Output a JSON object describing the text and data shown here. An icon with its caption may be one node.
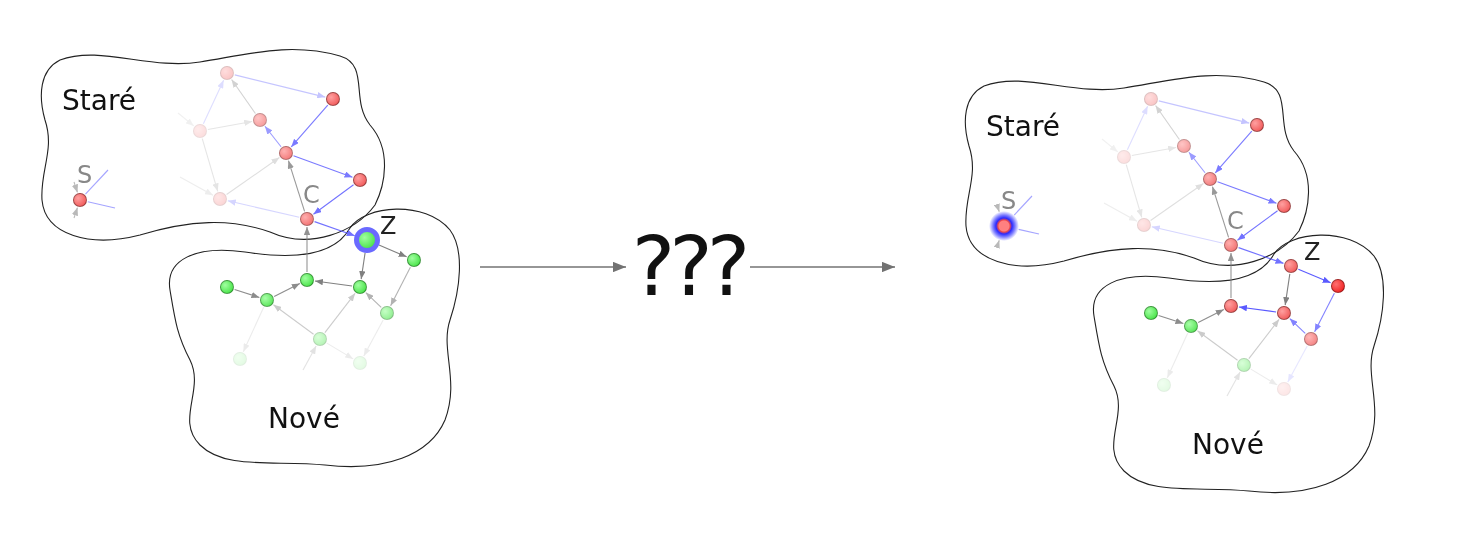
{
  "diagram": {
    "nodes": [
      {
        "text": [
          "Staré"
        ]
      },
      {
        "text": [],
        "shape": "circle",
        "in": 0
      },
      {
        "text": [],
        "shape": "circle",
        "in": 0
      },
      {
        "text": [],
        "shape": "circle",
        "in": 0
      },
      {
        "text": [],
        "shape": "circle",
        "in": 0
      },
      {
        "text": [],
        "shape": "circle",
        "in": 0
      },
      {
        "text": [],
        "shape": "circle",
        "in": 0
      },
      {
        "text": [],
        "shape": "circle",
        "in": 0
      },
      {
        "text": [],
        "shape": "circle",
        "in": 0,
        "beside": [
          "C"
        ]
      },
      {
        "text": [],
        "shape": "circle",
        "in": 0,
        "beside": [
          "S"
        ]
      },
      {
        "text": [
          "Nové"
        ]
      },
      {
        "text": [],
        "shape": "circle",
        "in": 10,
        "beside": [
          "Z"
        ]
      },
      {
        "text": [],
        "shape": "circle",
        "in": 10
      },
      {
        "text": [],
        "shape": "circle",
        "in": 10
      },
      {
        "text": [],
        "shape": "circle",
        "in": 10
      },
      {
        "text": [],
        "shape": "circle",
        "in": 10
      },
      {
        "text": [],
        "shape": "circle",
        "in": 10
      },
      {
        "text": [],
        "shape": "circle",
        "in": 10
      },
      {
        "text": [],
        "shape": "circle",
        "in": 10
      },
      {
        "text": [],
        "shape": "circle",
        "in": 10
      },
      {
        "text": [],
        "shape": "circle",
        "in": 10
      },
      {
        "text": [
          "???"
        ]
      },
      {
        "text": [
          "Staré"
        ]
      },
      {
        "text": [],
        "shape": "circle",
        "in": 22
      },
      {
        "text": [],
        "shape": "circle",
        "in": 22
      },
      {
        "text": [],
        "shape": "circle",
        "in": 22
      },
      {
        "text": [],
        "shape": "circle",
        "in": 22
      },
      {
        "text": [],
        "shape": "circle",
        "in": 22
      },
      {
        "text": [],
        "shape": "circle",
        "in": 22
      },
      {
        "text": [],
        "shape": "circle",
        "in": 22
      },
      {
        "text": [],
        "shape": "circle",
        "in": 22,
        "beside": [
          "C"
        ]
      },
      {
        "text": [],
        "shape": "circle",
        "in": 22,
        "beside": [
          "S"
        ]
      },
      {
        "text": [
          "Nové"
        ]
      },
      {
        "text": [],
        "shape": "circle",
        "in": 32,
        "beside": [
          "Z"
        ]
      },
      {
        "text": [],
        "shape": "circle",
        "in": 32
      },
      {
        "text": [],
        "shape": "circle",
        "in": 32
      },
      {
        "text": [],
        "shape": "circle",
        "in": 32
      },
      {
        "text": [],
        "shape": "circle",
        "in": 32
      },
      {
        "text": [],
        "shape": "circle",
        "in": 32
      },
      {
        "text": [],
        "shape": "circle",
        "in": 32
      },
      {
        "text": [],
        "shape": "circle",
        "in": 32
      },
      {
        "text": [],
        "shape": "circle",
        "in": 32
      },
      {
        "text": [],
        "shape": "circle",
        "in": 32
      }
    ],
    "edges": [
      {
        "from": 1,
        "to": 2,
        "arrow": "to",
        "color": "#5a5aff"
      },
      {
        "from": 2,
        "to": 5,
        "arrow": "to",
        "color": "#5a5aff"
      },
      {
        "from": 5,
        "to": 4,
        "arrow": "to",
        "color": "#5a5aff"
      },
      {
        "from": 5,
        "to": 6,
        "arrow": "to",
        "color": "#5a5aff"
      },
      {
        "from": 6,
        "to": 8,
        "arrow": "to",
        "color": "#5a5aff"
      },
      {
        "from": 8,
        "to": 7,
        "arrow": "to",
        "color": "#5a5aff"
      },
      {
        "from": 8,
        "to": 11,
        "arrow": "to",
        "color": "#5a5aff"
      },
      {
        "from": 3,
        "to": 1,
        "arrow": "to",
        "color": "#5a5aff"
      },
      {
        "from": 4,
        "to": 1,
        "arrow": "to"
      },
      {
        "from": 3,
        "to": 4,
        "arrow": "to"
      },
      {
        "from": 3,
        "to": 7,
        "arrow": "to"
      },
      {
        "from": 7,
        "to": 5,
        "arrow": "to"
      },
      {
        "from": 8,
        "to": 5,
        "arrow": "to"
      },
      {
        "from": 15,
        "to": 8,
        "arrow": "to"
      },
      {
        "from": 11,
        "to": 16,
        "arrow": "to"
      },
      {
        "from": 11,
        "to": 12,
        "arrow": "to"
      },
      {
        "from": 16,
        "to": 15,
        "arrow": "to"
      },
      {
        "from": 13,
        "to": 14,
        "arrow": "to"
      },
      {
        "from": 14,
        "to": 15,
        "arrow": "to"
      },
      {
        "from": 12,
        "to": 17,
        "arrow": "to"
      },
      {
        "from": 17,
        "to": 16,
        "arrow": "to"
      },
      {
        "from": 18,
        "to": 14,
        "arrow": "to"
      },
      {
        "from": 18,
        "to": 16,
        "arrow": "to"
      },
      {
        "from": 14,
        "to": 19,
        "arrow": "to"
      },
      {
        "from": 18,
        "to": 20,
        "arrow": "to"
      },
      {
        "from": 17,
        "to": 20,
        "arrow": "to"
      },
      {
        "from": null,
        "to": 3,
        "arrow": "to"
      },
      {
        "from": null,
        "to": 7,
        "arrow": "to"
      },
      {
        "from": 9,
        "to": null,
        "arrow": "none",
        "color": "#5a5aff"
      },
      {
        "from": 9,
        "to": null,
        "arrow": "none",
        "color": "#5a5aff"
      },
      {
        "from": null,
        "to": 9,
        "arrow": "to"
      },
      {
        "from": null,
        "to": 9,
        "arrow": "to"
      },
      {
        "from": null,
        "to": 18,
        "arrow": "to"
      },
      {
        "from": 23,
        "to": 24,
        "arrow": "to",
        "color": "#5a5aff"
      },
      {
        "from": 24,
        "to": 27,
        "arrow": "to",
        "color": "#5a5aff"
      },
      {
        "from": 27,
        "to": 26,
        "arrow": "to",
        "color": "#5a5aff"
      },
      {
        "from": 27,
        "to": 28,
        "arrow": "to",
        "color": "#5a5aff"
      },
      {
        "from": 28,
        "to": 30,
        "arrow": "to",
        "color": "#5a5aff"
      },
      {
        "from": 30,
        "to": 29,
        "arrow": "to",
        "color": "#5a5aff"
      },
      {
        "from": 30,
        "to": 33,
        "arrow": "to",
        "color": "#5a5aff"
      },
      {
        "from": 25,
        "to": 23,
        "arrow": "to",
        "color": "#5a5aff"
      },
      {
        "from": 26,
        "to": 23,
        "arrow": "to"
      },
      {
        "from": 25,
        "to": 26,
        "arrow": "to"
      },
      {
        "from": 25,
        "to": 29,
        "arrow": "to"
      },
      {
        "from": 29,
        "to": 27,
        "arrow": "to"
      },
      {
        "from": 30,
        "to": 27,
        "arrow": "to"
      },
      {
        "from": 37,
        "to": 30,
        "arrow": "to"
      },
      {
        "from": 33,
        "to": 38,
        "arrow": "to"
      },
      {
        "from": 33,
        "to": 34,
        "arrow": "to",
        "color": "#5a5aff"
      },
      {
        "from": 38,
        "to": 37,
        "arrow": "to",
        "color": "#5a5aff"
      },
      {
        "from": 35,
        "to": 36,
        "arrow": "to"
      },
      {
        "from": 36,
        "to": 37,
        "arrow": "to"
      },
      {
        "from": 34,
        "to": 39,
        "arrow": "to",
        "color": "#5a5aff"
      },
      {
        "from": 39,
        "to": 38,
        "arrow": "to",
        "color": "#5a5aff"
      },
      {
        "from": 40,
        "to": 36,
        "arrow": "to"
      },
      {
        "from": 40,
        "to": 38,
        "arrow": "to"
      },
      {
        "from": 36,
        "to": 41,
        "arrow": "to"
      },
      {
        "from": 40,
        "to": 42,
        "arrow": "to"
      },
      {
        "from": 39,
        "to": 42,
        "arrow": "to",
        "color": "#5a5aff"
      },
      {
        "from": null,
        "to": 25,
        "arrow": "to"
      },
      {
        "from": null,
        "to": 29,
        "arrow": "to"
      },
      {
        "from": 31,
        "to": null,
        "arrow": "none",
        "color": "#5a5aff"
      },
      {
        "from": 31,
        "to": null,
        "arrow": "none",
        "color": "#5a5aff"
      },
      {
        "from": null,
        "to": 31,
        "arrow": "to"
      },
      {
        "from": null,
        "to": 31,
        "arrow": "to"
      },
      {
        "from": null,
        "to": 40,
        "arrow": "to"
      },
      {
        "from": null,
        "to": 21,
        "arrow": "to",
        "color": "#000000"
      },
      {
        "from": 21,
        "to": null,
        "arrow": "to",
        "color": "#000000"
      }
    ]
  }
}
